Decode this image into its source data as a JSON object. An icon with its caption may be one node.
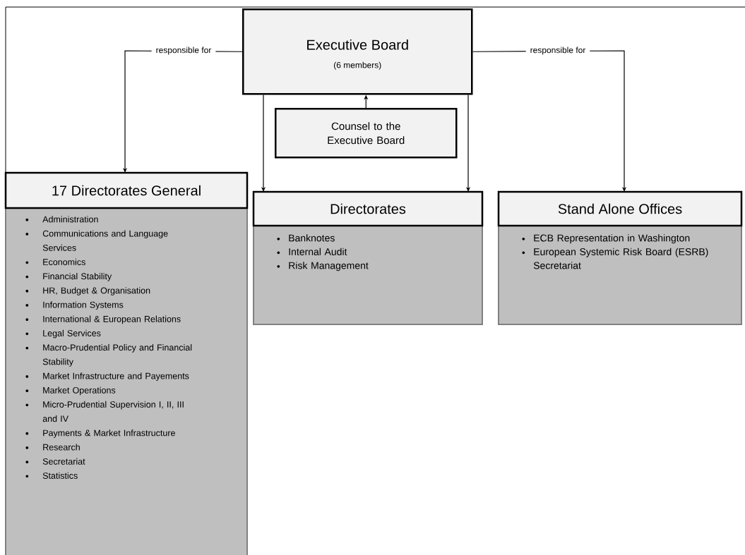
{
  "diagram": {
    "nodes": [
      {
        "text": [
          "Executive Board",
          "(6 members)"
        ]
      },
      {
        "text": [
          "Counsel to the Executive Board"
        ]
      },
      {
        "text": [
          "17 Directorates General",
          "Administration",
          "Communications and Language Services",
          "Economics",
          "Financial Stability",
          "HR, Budget & Organisation",
          "Information Systems",
          "International & European Relations",
          "Legal Services",
          "Macro-Prudential Policy and Financial Stability",
          "Market Infrastructure and Payements",
          "Market Operations",
          "Micro-Prudential Supervision I, II, III and IV",
          "Payments & Market Infrastructure",
          "Research",
          "Secretariat",
          "Statistics"
        ]
      },
      {
        "text": [
          "Directorates",
          "Banknotes",
          "Internal Audit",
          "Risk Management"
        ]
      },
      {
        "text": [
          "Stand Alone Offices",
          "ECB Representation in Washington",
          "European Systemic Risk Board (ESRB) Secretariat"
        ]
      }
    ],
    "edges": [
      {
        "from": 0,
        "to": 2,
        "arrow": "to",
        "label": "responsible for"
      },
      {
        "from": 1,
        "to": 0,
        "arrow": "to"
      },
      {
        "from": 0,
        "to": 3,
        "arrow": "to"
      },
      {
        "from": 0,
        "to": 3,
        "arrow": "to"
      },
      {
        "from": 0,
        "to": 4,
        "arrow": "to",
        "label": "responsible for"
      }
    ]
  }
}
